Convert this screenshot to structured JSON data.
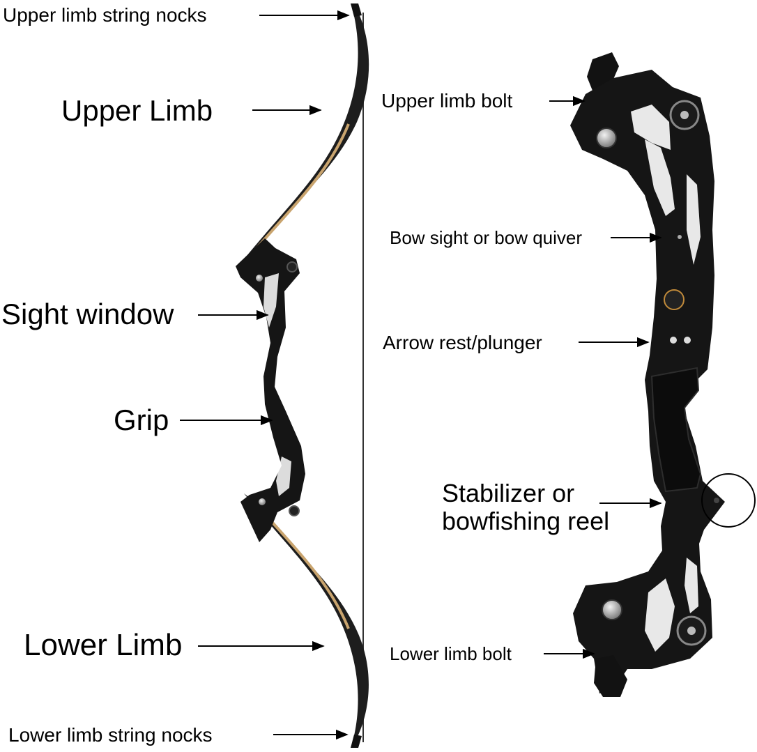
{
  "labels": {
    "upper_limb_string_nocks": "Upper limb string nocks",
    "upper_limb": "Upper Limb",
    "sight_window": "Sight window",
    "grip": "Grip",
    "lower_limb": "Lower Limb",
    "lower_limb_string_nocks": "Lower limb string nocks",
    "upper_limb_bolt": "Upper limb bolt",
    "bow_sight_or_bow_quiver": "Bow sight or bow quiver",
    "arrow_rest_plunger": "Arrow rest/plunger",
    "stabilizer_line1": "Stabilizer or",
    "stabilizer_line2": "bowfishing reel",
    "lower_limb_bolt": "Lower limb bolt"
  },
  "colors": {
    "riser": "#151515",
    "limb_face": "#1d1d1d",
    "limb_laminate": "#c9a46e",
    "bolt_metal": "#b9b9b9",
    "label_text": "#000000",
    "background": "#ffffff"
  }
}
